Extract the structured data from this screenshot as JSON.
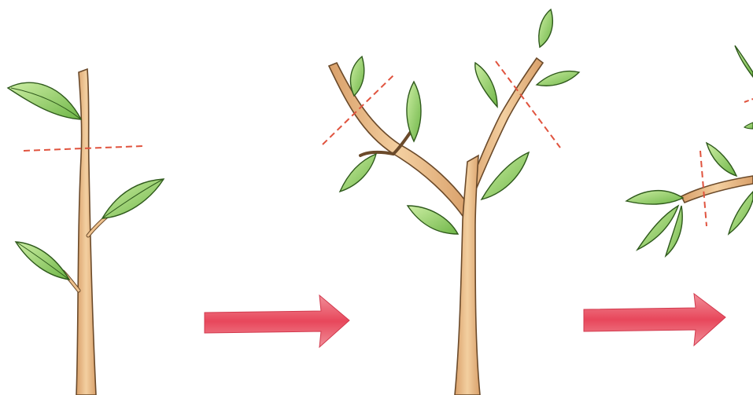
{
  "colors": {
    "background": "#ffffff",
    "stem_fill": "#efc28e",
    "stem_outline": "#6b4a2a",
    "leaf_fill": "#8fcf5c",
    "leaf_fill_light": "#c8eaa0",
    "leaf_outline": "#2f5a1c",
    "cut_line": "#e0533e",
    "arrow": "#ea5365",
    "arrow_light": "#f6b9be"
  },
  "stages": [
    {
      "name": "seedling",
      "cut_lines": 1
    },
    {
      "name": "branched-tree",
      "cut_lines": 2
    },
    {
      "name": "pruned-branches",
      "cut_lines": 2
    }
  ],
  "arrows": [
    "stage-1-to-2",
    "stage-2-to-3"
  ]
}
